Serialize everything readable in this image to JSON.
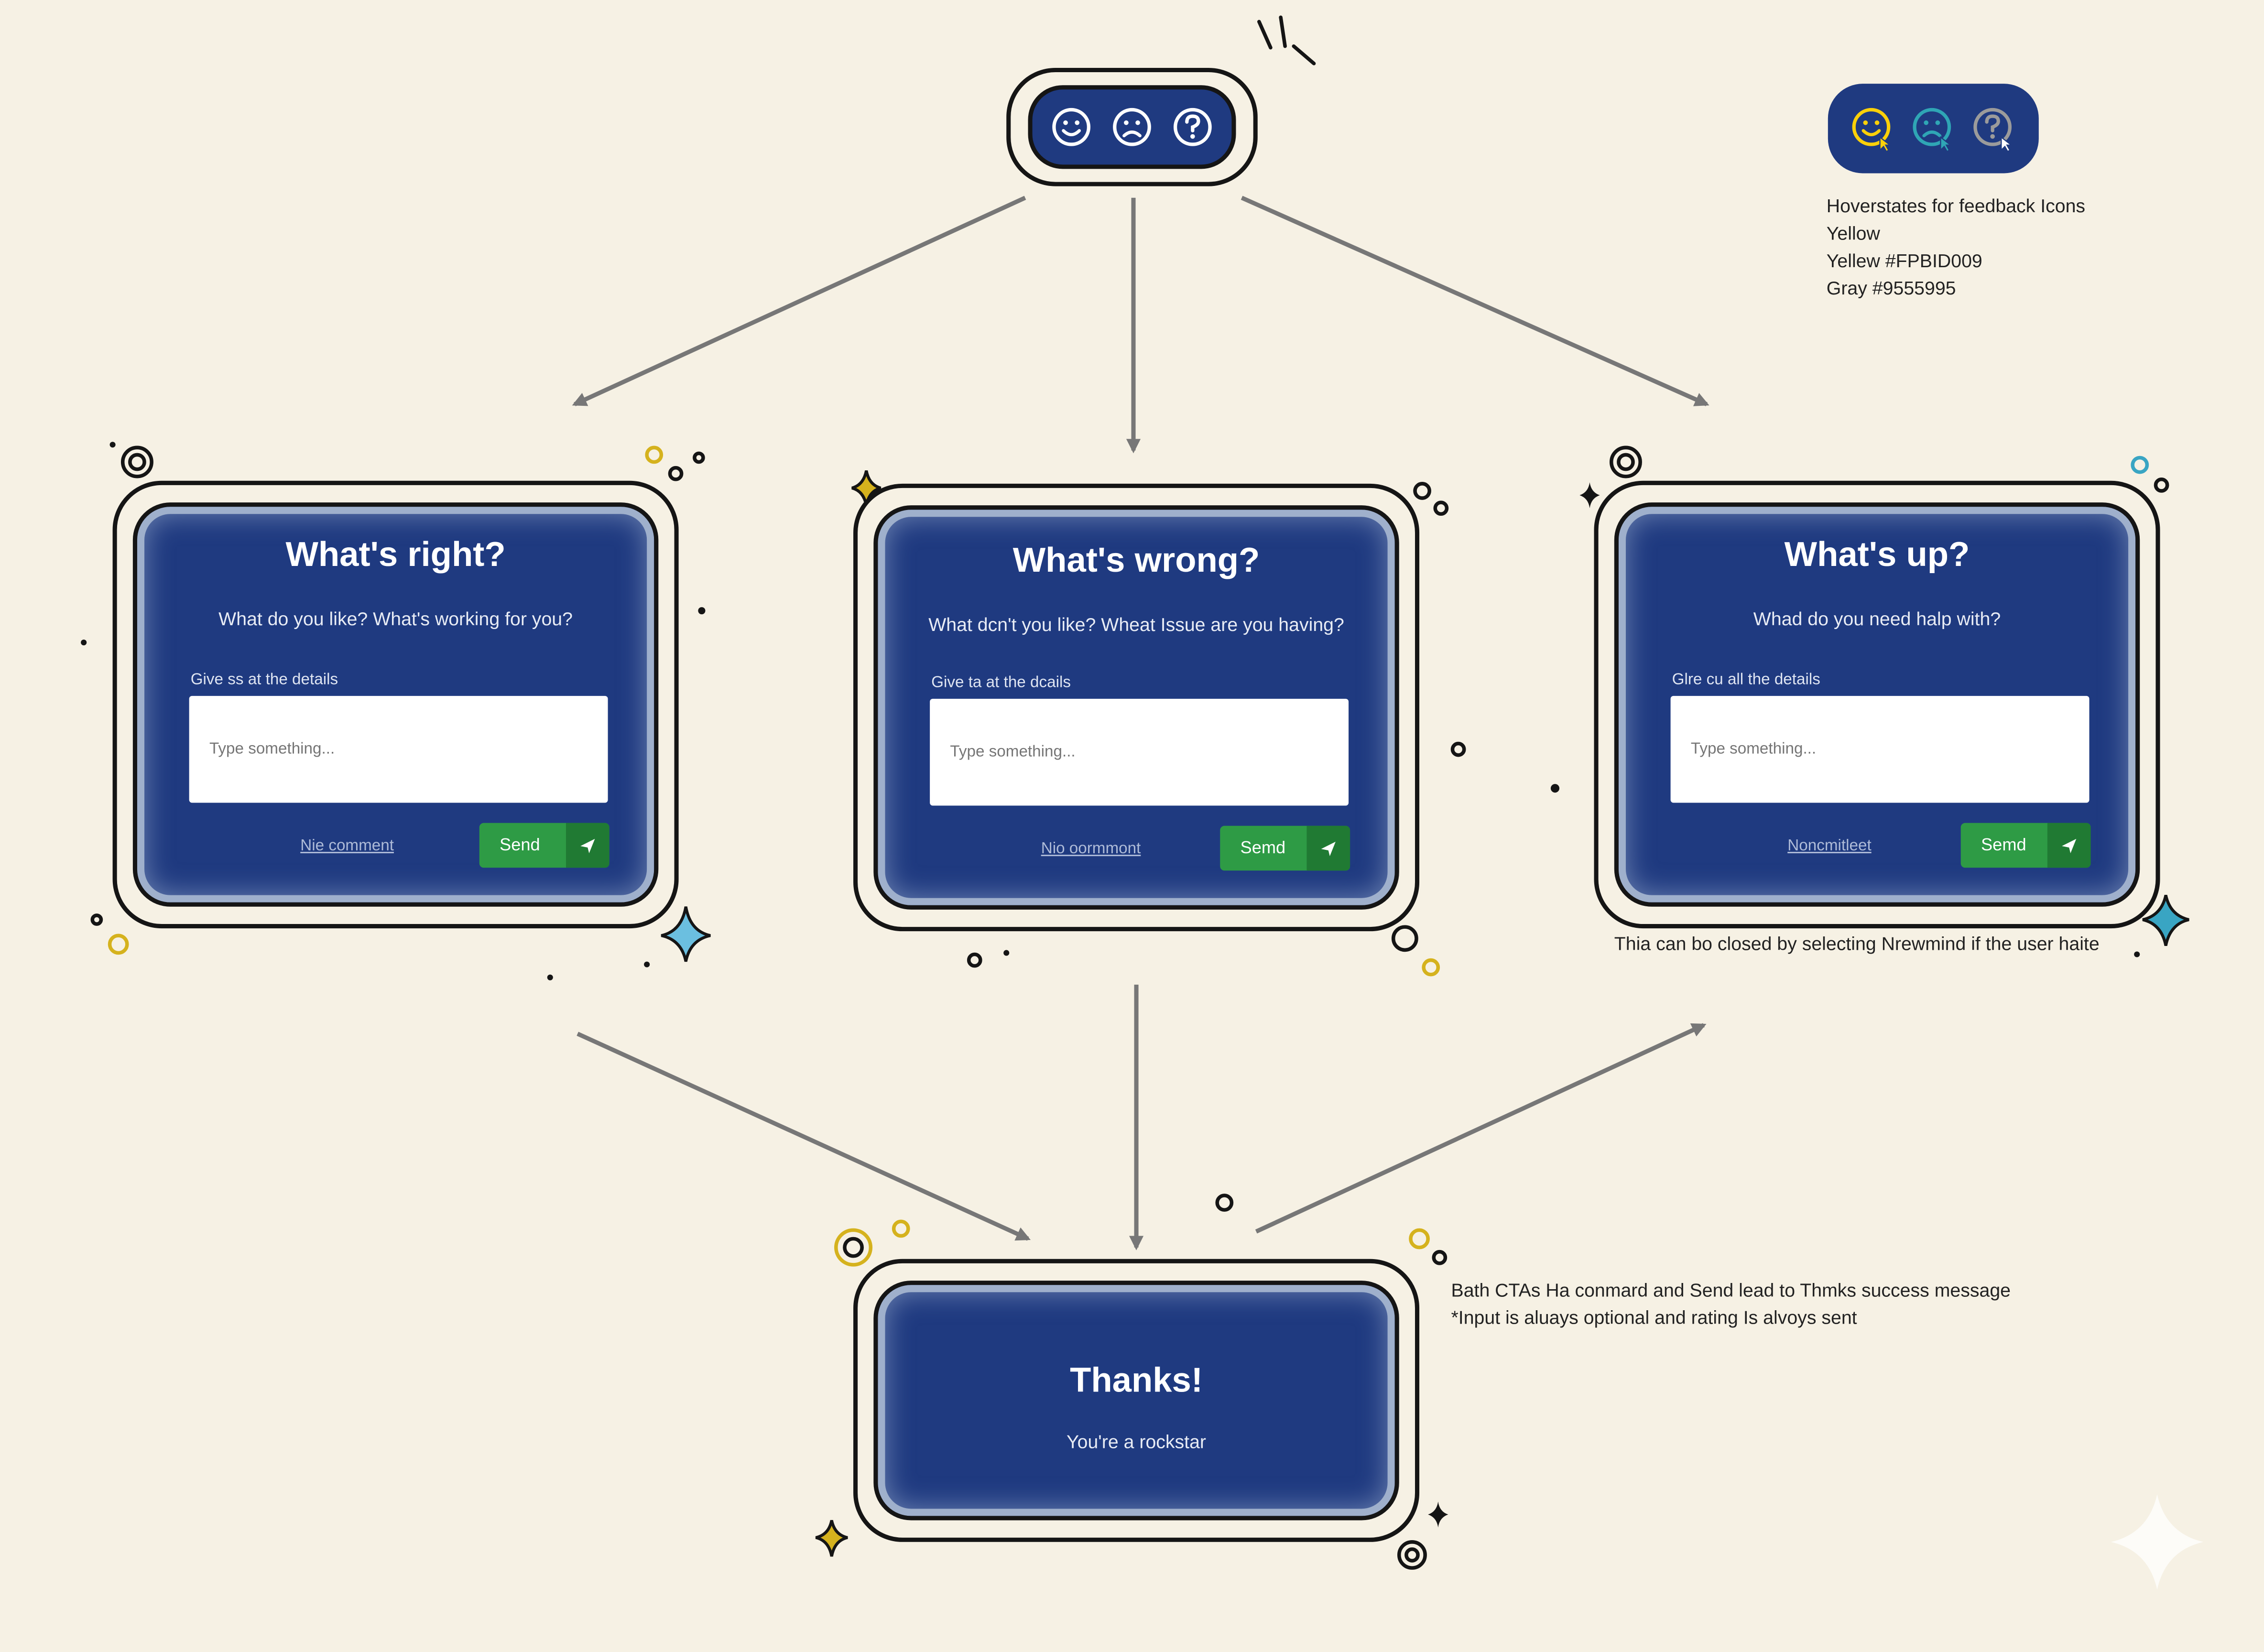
{
  "icon_bar": {
    "icons": [
      "smile-icon",
      "frown-icon",
      "question-icon"
    ]
  },
  "hover_states": {
    "icons": [
      "smile-icon",
      "frown-icon",
      "question-icon"
    ],
    "colors": {
      "yellow": "#FBD009",
      "teal": "#2FA6B5",
      "gray": "#9B9B9B"
    },
    "notes": [
      "Hoverstates for feedback Icons",
      "Yellow",
      "Yellew #FPBID009",
      "Gray #9555995"
    ]
  },
  "cards": [
    {
      "title": "What's right?",
      "subtitle": "What do you like?  What's working for you?",
      "field_label": "Give ss at the details",
      "placeholder": "Type something...",
      "no_comment": "Nie comment",
      "send": "Send"
    },
    {
      "title": "What's wrong?",
      "subtitle": "What dcn't you like?  Wheat Issue are you having?",
      "field_label": "Give ta at the dcails",
      "placeholder": "Type something...",
      "no_comment": "Nio oormmont",
      "send": "Semd"
    },
    {
      "title": "What's up?",
      "subtitle": "Whad do you need halp with?",
      "field_label": "Glre cu all the details",
      "placeholder": "Type something...",
      "no_comment": "Noncmitleet",
      "send": "Semd"
    }
  ],
  "note_close": "Thia can bo closed by selecting Nrewmind if the user haite",
  "note_ctas": [
    "Bath CTAs Ha conmard and Send lead to Thmks success message",
    "*Input is aluays optional and rating Is alvoys sent"
  ],
  "thanks": {
    "title": "Thanks!",
    "subtitle": "You're a rockstar"
  },
  "colors": {
    "panel": "#1F3A80",
    "send": "#2E9B45",
    "background": "#F6F1E4",
    "outline": "#151515"
  }
}
